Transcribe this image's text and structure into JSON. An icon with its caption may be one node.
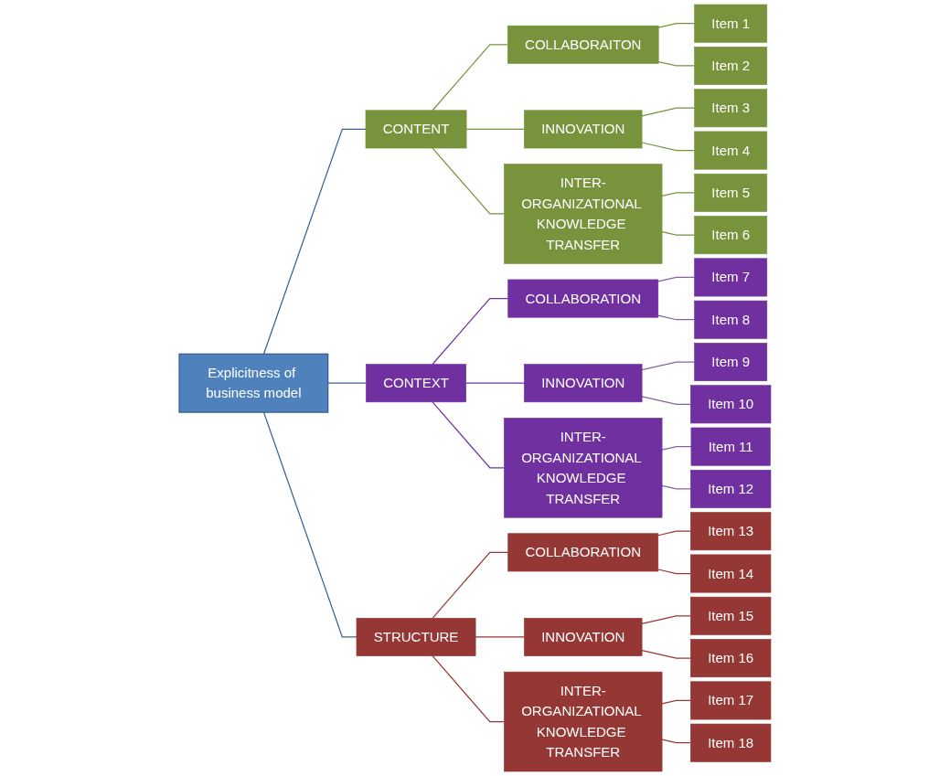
{
  "diagram": {
    "nodes": [
      {
        "text": [
          "Explicitness of business model"
        ]
      },
      {
        "text": [
          "CONTENT"
        ]
      },
      {
        "text": [
          "COLLABORAITON"
        ]
      },
      {
        "text": [
          "INNOVATION"
        ]
      },
      {
        "text": [
          "INTER-ORGANIZATIONAL KNOWLEDGE TRANSFER"
        ]
      },
      {
        "text": [
          "Item 1"
        ]
      },
      {
        "text": [
          "Item 2"
        ]
      },
      {
        "text": [
          "Item 3"
        ]
      },
      {
        "text": [
          "Item 4"
        ]
      },
      {
        "text": [
          "Item 5"
        ]
      },
      {
        "text": [
          "Item 6"
        ]
      },
      {
        "text": [
          "CONTEXT"
        ]
      },
      {
        "text": [
          "COLLABORATION"
        ]
      },
      {
        "text": [
          "INNOVATION"
        ]
      },
      {
        "text": [
          "INTER-ORGANIZATIONAL KNOWLEDGE TRANSFER"
        ]
      },
      {
        "text": [
          "Item 7"
        ]
      },
      {
        "text": [
          "Item 8"
        ]
      },
      {
        "text": [
          "Item 9"
        ]
      },
      {
        "text": [
          "Item 10"
        ]
      },
      {
        "text": [
          "Item 11"
        ]
      },
      {
        "text": [
          "Item 12"
        ]
      },
      {
        "text": [
          "STRUCTURE"
        ]
      },
      {
        "text": [
          "COLLABORATION"
        ]
      },
      {
        "text": [
          "INNOVATION"
        ]
      },
      {
        "text": [
          "INTER-ORGANIZATIONAL KNOWLEDGE TRANSFER"
        ]
      },
      {
        "text": [
          "Item 13"
        ]
      },
      {
        "text": [
          "Item 14"
        ]
      },
      {
        "text": [
          "Item 15"
        ]
      },
      {
        "text": [
          "Item 16"
        ]
      },
      {
        "text": [
          "Item 17"
        ]
      },
      {
        "text": [
          "Item 18"
        ]
      }
    ],
    "edges": [
      {
        "from": 0,
        "to": 1,
        "arrow": "none",
        "color": "#3a6094"
      },
      {
        "from": 0,
        "to": 11,
        "arrow": "none",
        "color": "#3a6094"
      },
      {
        "from": 0,
        "to": 21,
        "arrow": "none",
        "color": "#3a6094"
      },
      {
        "from": 1,
        "to": 2,
        "arrow": "none",
        "color": "#77933c"
      },
      {
        "from": 1,
        "to": 3,
        "arrow": "none",
        "color": "#77933c"
      },
      {
        "from": 1,
        "to": 4,
        "arrow": "none",
        "color": "#77933c"
      },
      {
        "from": 2,
        "to": 5,
        "arrow": "none",
        "color": "#77933c"
      },
      {
        "from": 2,
        "to": 6,
        "arrow": "none",
        "color": "#77933c"
      },
      {
        "from": 3,
        "to": 7,
        "arrow": "none",
        "color": "#77933c"
      },
      {
        "from": 3,
        "to": 8,
        "arrow": "none",
        "color": "#77933c"
      },
      {
        "from": 4,
        "to": 9,
        "arrow": "none",
        "color": "#77933c"
      },
      {
        "from": 4,
        "to": 10,
        "arrow": "none",
        "color": "#77933c"
      },
      {
        "from": 11,
        "to": 12,
        "arrow": "none",
        "color": "#7030a0"
      },
      {
        "from": 11,
        "to": 13,
        "arrow": "none",
        "color": "#7030a0"
      },
      {
        "from": 11,
        "to": 14,
        "arrow": "none",
        "color": "#7030a0"
      },
      {
        "from": 12,
        "to": 15,
        "arrow": "none",
        "color": "#8064a2"
      },
      {
        "from": 12,
        "to": 16,
        "arrow": "none",
        "color": "#8064a2"
      },
      {
        "from": 13,
        "to": 17,
        "arrow": "none",
        "color": "#8064a2"
      },
      {
        "from": 13,
        "to": 18,
        "arrow": "none",
        "color": "#8064a2"
      },
      {
        "from": 14,
        "to": 19,
        "arrow": "none",
        "color": "#8064a2"
      },
      {
        "from": 14,
        "to": 20,
        "arrow": "none",
        "color": "#8064a2"
      },
      {
        "from": 21,
        "to": 22,
        "arrow": "none",
        "color": "#953735"
      },
      {
        "from": 21,
        "to": 23,
        "arrow": "none",
        "color": "#953735"
      },
      {
        "from": 21,
        "to": 24,
        "arrow": "none",
        "color": "#953735"
      },
      {
        "from": 22,
        "to": 25,
        "arrow": "none",
        "color": "#953735"
      },
      {
        "from": 22,
        "to": 26,
        "arrow": "none",
        "color": "#953735"
      },
      {
        "from": 23,
        "to": 27,
        "arrow": "none",
        "color": "#953735"
      },
      {
        "from": 23,
        "to": 28,
        "arrow": "none",
        "color": "#953735"
      },
      {
        "from": 24,
        "to": 29,
        "arrow": "none",
        "color": "#953735"
      },
      {
        "from": 24,
        "to": 30,
        "arrow": "none",
        "color": "#953735"
      }
    ]
  }
}
